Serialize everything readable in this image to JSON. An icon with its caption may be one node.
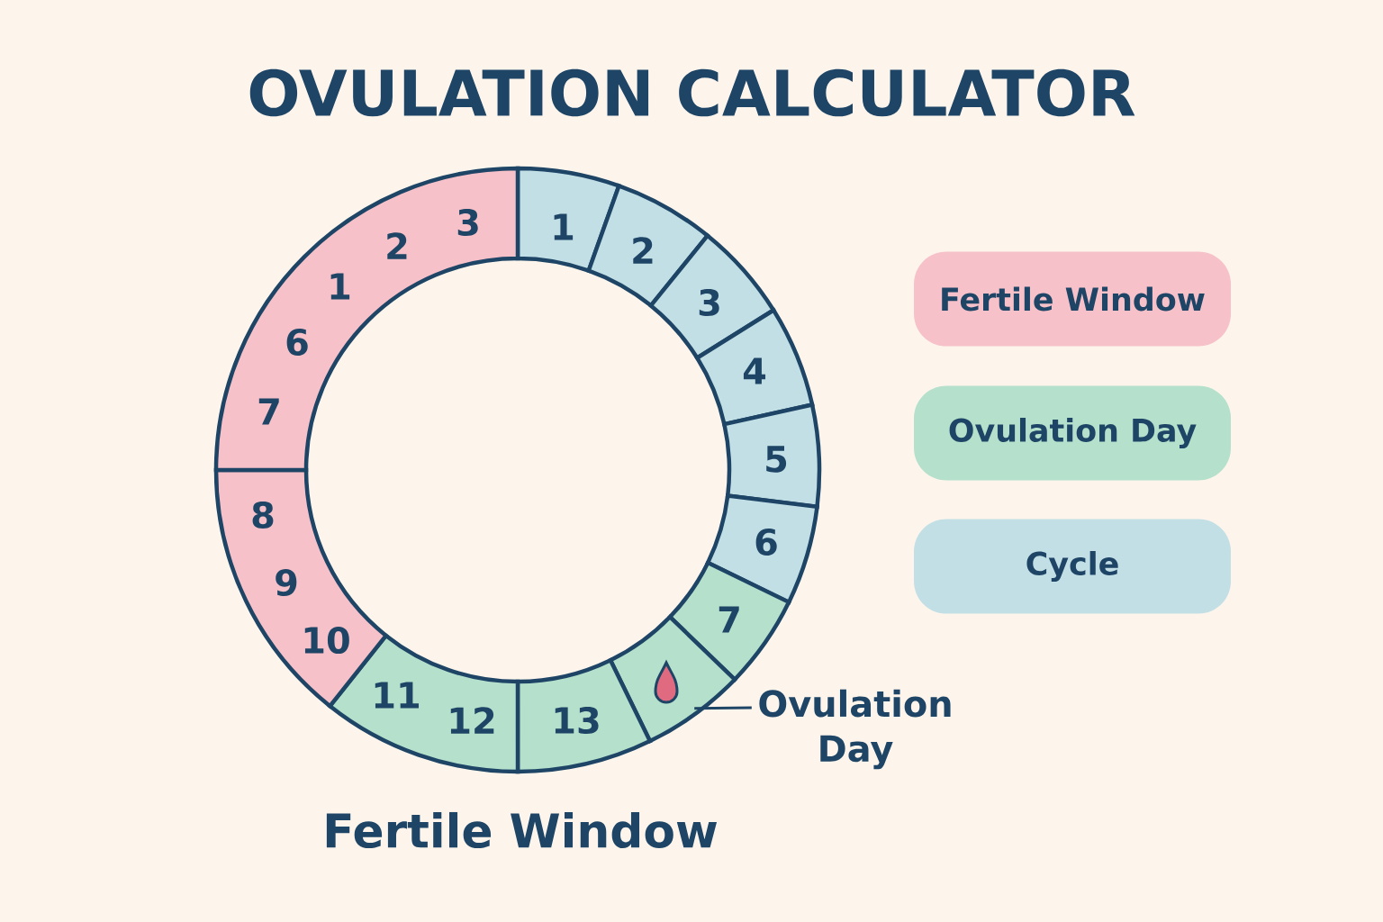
{
  "diagram": {
    "title": "OVULATION CALCULATOR",
    "nodes": [
      {
        "text": [
          "1"
        ]
      },
      {
        "text": [
          "2"
        ]
      },
      {
        "text": [
          "3"
        ]
      },
      {
        "text": [
          "4"
        ]
      },
      {
        "text": [
          "5"
        ]
      },
      {
        "text": [
          "6"
        ]
      },
      {
        "text": [
          "7"
        ]
      },
      {
        "text": [],
        "shape": "picture"
      },
      {
        "text": [
          "13"
        ]
      },
      {
        "text": [
          "11",
          "12"
        ]
      },
      {
        "text": [
          "8",
          "9",
          "10"
        ]
      },
      {
        "text": [
          "3",
          "2",
          "1",
          "6",
          "7"
        ]
      },
      {
        "text": [
          "Ovulation Day"
        ]
      }
    ],
    "edges": [
      {
        "from": 12,
        "to": 7,
        "arrow": "none"
      }
    ],
    "labels": [
      "Fertile Window"
    ],
    "legend": [
      {
        "text": "Fertile Window",
        "color": "#f7c1c9"
      },
      {
        "text": "Ovulation Day",
        "color": "#b5e0cc"
      },
      {
        "text": "Cycle",
        "color": "#c2dfe6"
      }
    ]
  }
}
